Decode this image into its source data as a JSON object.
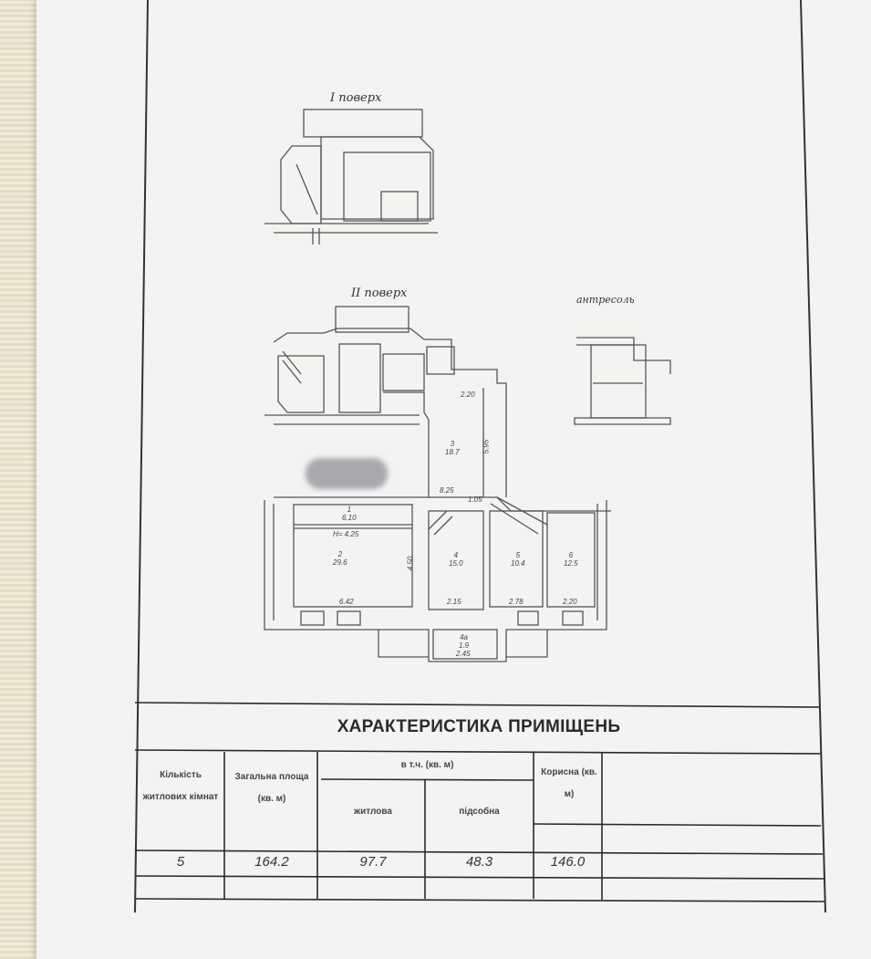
{
  "plan": {
    "floor1_label": "I поверх",
    "floor2_label": "II поверх",
    "mezzanine_label": "антресоль",
    "rooms": [
      {
        "no": "2",
        "area": "29.6"
      },
      {
        "no": "1",
        "area": "6.10"
      },
      {
        "no": "4",
        "area": "15.0"
      },
      {
        "no": "5",
        "area": "10.4"
      },
      {
        "no": "6",
        "area": "12.5"
      },
      {
        "no": "3",
        "area": "18.7"
      },
      {
        "no": "4а",
        "area": "1.9"
      }
    ],
    "dimensions": [
      "6.42",
      "2.15",
      "2.78",
      "2.20",
      "2.45",
      "2.20",
      "8.25",
      "4.50",
      "5.95",
      "1.05"
    ],
    "height_note": "Н= 4.25"
  },
  "table": {
    "title": "ХАРАКТЕРИСТИКА ПРИМІЩЕНЬ",
    "headers": {
      "rooms_count": "Кількість житлових кімнат",
      "total_area": "Загальна площа (кв. м)",
      "incl": "в т.ч. (кв. м)",
      "living": "житлова",
      "auxiliary": "підсобна",
      "useful": "Корисна (кв. м)"
    },
    "row": {
      "rooms_count": "5",
      "total_area": "164.2",
      "living": "97.7",
      "auxiliary": "48.3",
      "useful": "146.0"
    }
  }
}
